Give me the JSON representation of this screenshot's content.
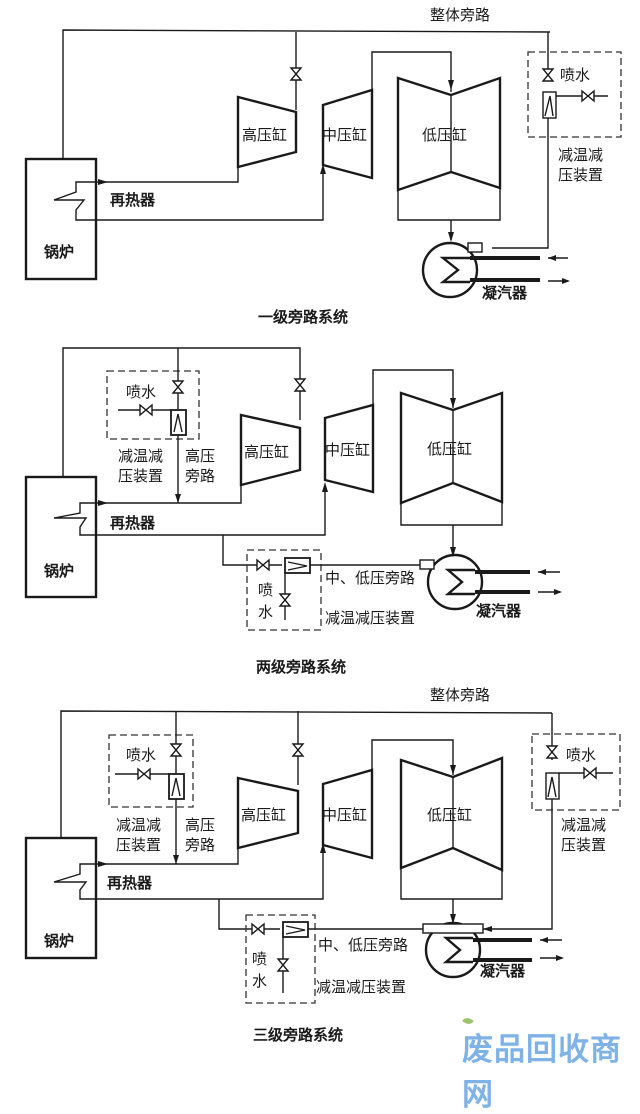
{
  "colors": {
    "line": "#1a1a1a",
    "background": "#ffffff",
    "watermark": "#7fb2e6",
    "watermark_leaf": "#9bc46a"
  },
  "diagrams": [
    {
      "caption": "一级旁路系统",
      "labels": {
        "overall_bypass": "整体旁路",
        "hp_cylinder": "高压缸",
        "ip_cylinder": "中压缸",
        "lp_cylinder": "低压缸",
        "reheater": "再热器",
        "boiler": "锅炉",
        "condenser": "凝汽器",
        "spray_water": "喷水",
        "desuperheater_line1": "减温减",
        "desuperheater_line2": "压装置"
      }
    },
    {
      "caption": "两级旁路系统",
      "labels": {
        "hp_cylinder": "高压缸",
        "ip_cylinder": "中压缸",
        "lp_cylinder": "低压缸",
        "reheater": "再热器",
        "boiler": "锅炉",
        "condenser": "凝汽器",
        "spray_water": "喷水",
        "spray_water_v1": "喷",
        "spray_water_v2": "水",
        "desuperheater_line1": "减温减",
        "desuperheater_line2": "压装置",
        "hp_bypass_line1": "高压",
        "hp_bypass_line2": "旁路",
        "ip_lp_bypass": "中、低压旁路",
        "desuperheater_full": "减温减压装置"
      }
    },
    {
      "caption": "三级旁路系统",
      "labels": {
        "overall_bypass": "整体旁路",
        "hp_cylinder": "高压缸",
        "ip_cylinder": "中压缸",
        "lp_cylinder": "低压缸",
        "reheater": "再热器",
        "boiler": "锅炉",
        "condenser": "凝汽器",
        "spray_water": "喷水",
        "spray_water_v1": "喷",
        "spray_water_v2": "水",
        "desuperheater_line1": "减温减",
        "desuperheater_line2": "压装置",
        "hp_bypass_line1": "高压",
        "hp_bypass_line2": "旁路",
        "ip_lp_bypass": "中、低压旁路",
        "desuperheater_full": "减温减压装置",
        "right_desuperheater_line1": "减温减",
        "right_desuperheater_line2": "压装置"
      }
    }
  ],
  "watermark": "废品回收商网"
}
